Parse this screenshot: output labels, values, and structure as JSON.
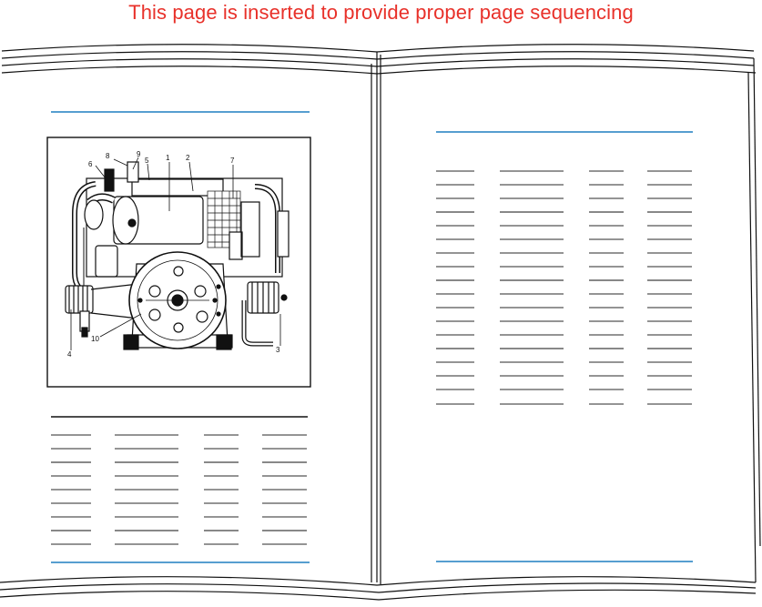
{
  "banner": {
    "text": "This page is inserted to provide proper page sequencing",
    "color": "#e8312a"
  },
  "colors": {
    "accent_rule": "#1f7fc0",
    "outline": "#111111"
  },
  "figure": {
    "icon": "engine-illustration",
    "callouts": [
      "1",
      "2",
      "3",
      "4",
      "5",
      "6",
      "7",
      "8",
      "9",
      "10"
    ]
  },
  "left_page": {
    "table_rows": 9
  },
  "right_page": {
    "table_rows": 18
  }
}
